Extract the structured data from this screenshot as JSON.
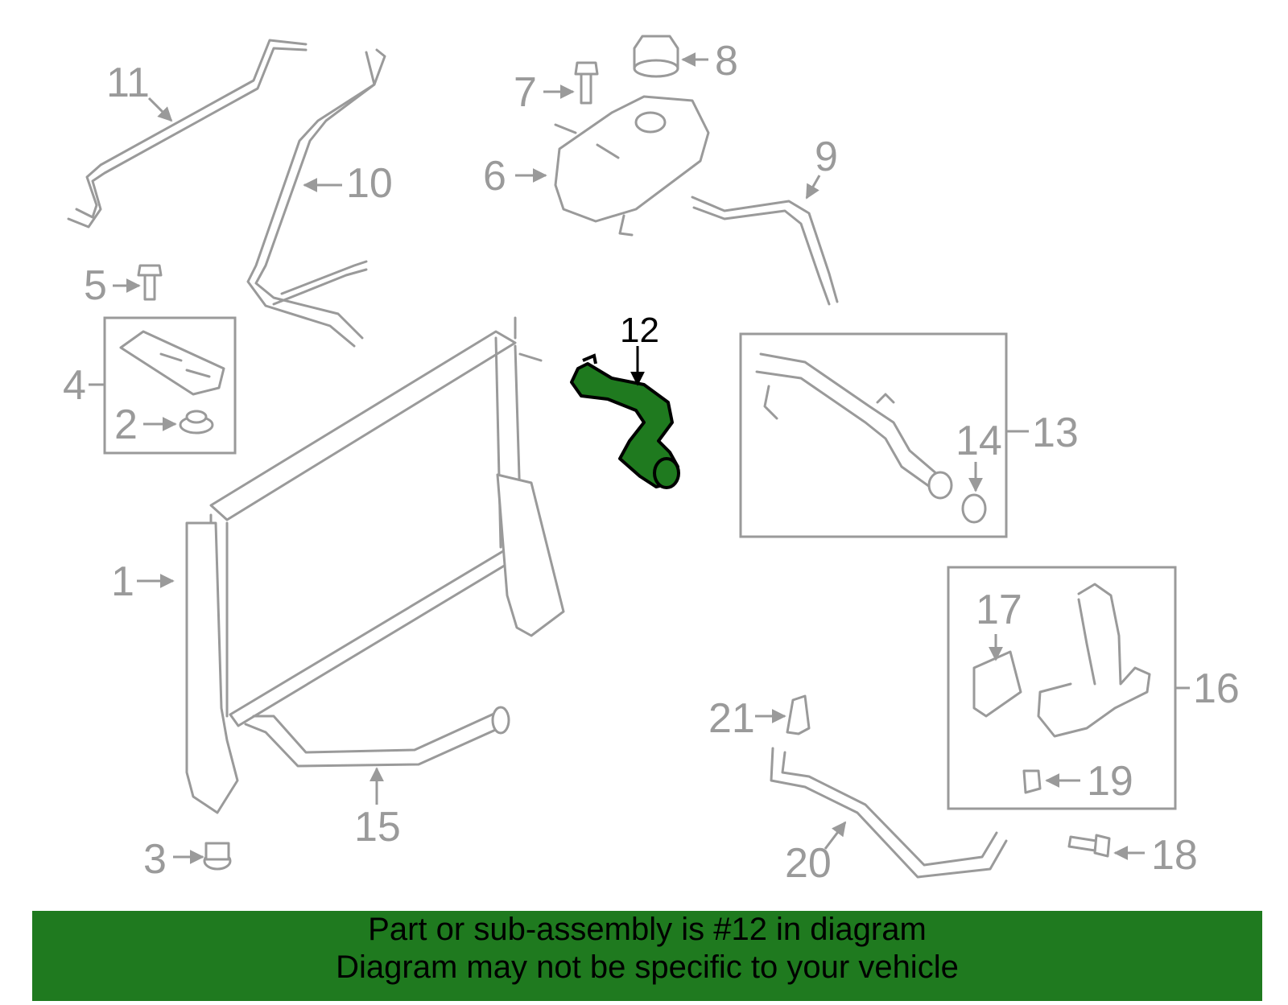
{
  "highlighted_part": "12",
  "callouts": {
    "c1": "1",
    "c2": "2",
    "c3": "3",
    "c4": "4",
    "c5": "5",
    "c6": "6",
    "c7": "7",
    "c8": "8",
    "c9": "9",
    "c10": "10",
    "c11": "11",
    "c12": "12",
    "c13": "13",
    "c14": "14",
    "c15": "15",
    "c16": "16",
    "c17": "17",
    "c18": "18",
    "c19": "19",
    "c20": "20",
    "c21": "21"
  },
  "colors": {
    "highlight": "#1f7a1f",
    "line": "#9a9a9a",
    "banner": "#1f7a1f",
    "text": "#000000"
  },
  "banner": {
    "line1": "Part or sub-assembly is #12 in diagram",
    "line2": "Diagram may not be specific to your vehicle"
  }
}
